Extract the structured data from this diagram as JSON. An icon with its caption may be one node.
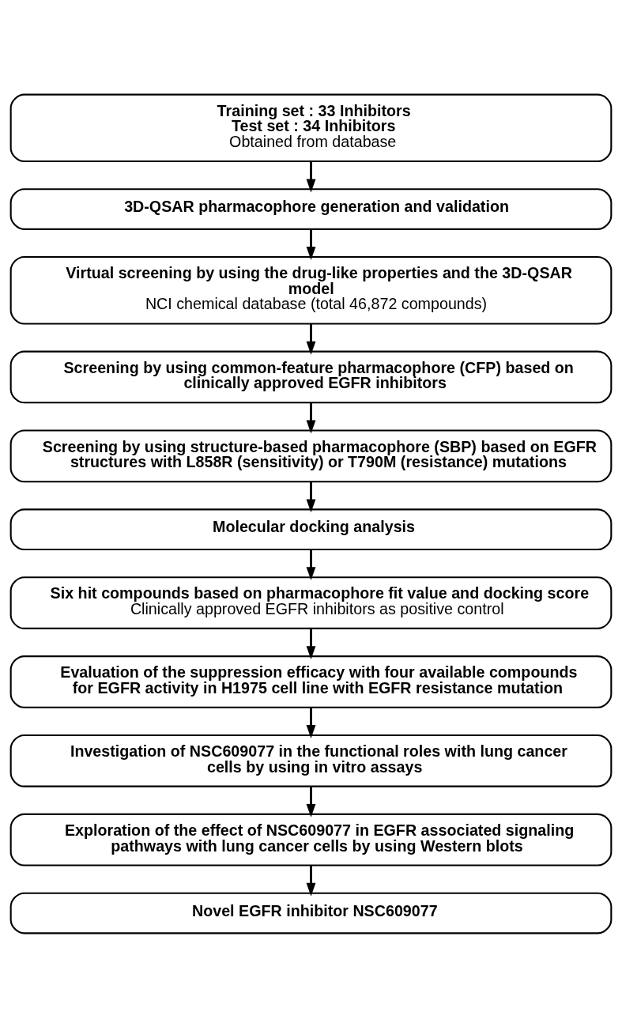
{
  "diagram": {
    "nodes": [
      {
        "text": [
          "Training set : 33 Inhibitors",
          "Test set : 34 Inhibitors",
          "Obtained from database"
        ]
      },
      {
        "text": [
          "3D-QSAR pharmacophore generation and validation"
        ]
      },
      {
        "text": [
          "Virtual screening by using the drug-like properties and the 3D-QSAR model",
          "NCI chemical database (total 46,872 compounds)"
        ]
      },
      {
        "text": [
          "Screening by using common-feature pharmacophore (CFP) based on clinically approved EGFR inhibitors"
        ]
      },
      {
        "text": [
          "Screening by using structure-based pharmacophore (SBP) based on EGFR structures with L858R (sensitivity) or T790M (resistance) mutations"
        ]
      },
      {
        "text": [
          "Molecular docking analysis"
        ]
      },
      {
        "text": [
          "Six hit compounds based on pharmacophore fit value and docking score",
          "Clinically approved EGFR inhibitors as positive control"
        ]
      },
      {
        "text": [
          "Evaluation of the suppression efficacy with four available compounds for EGFR activity in H1975 cell line with EGFR resistance mutation"
        ]
      },
      {
        "text": [
          "Investigation of NSC609077 in the functional roles with lung cancer cells by using in vitro assays"
        ]
      },
      {
        "text": [
          "Exploration of the effect of NSC609077 in EGFR associated signaling pathways with lung cancer cells by using Western blots"
        ]
      },
      {
        "text": [
          "Novel EGFR inhibitor NSC609077"
        ]
      }
    ],
    "edges": [
      {
        "from": 0,
        "to": 1,
        "arrow": "to"
      },
      {
        "from": 1,
        "to": 2,
        "arrow": "to"
      },
      {
        "from": 2,
        "to": 3,
        "arrow": "to"
      },
      {
        "from": 3,
        "to": 4,
        "arrow": "to"
      },
      {
        "from": 4,
        "to": 5,
        "arrow": "to"
      },
      {
        "from": 5,
        "to": 6,
        "arrow": "to"
      },
      {
        "from": 6,
        "to": 7,
        "arrow": "to"
      },
      {
        "from": 7,
        "to": 8,
        "arrow": "to"
      },
      {
        "from": 8,
        "to": 9,
        "arrow": "to"
      },
      {
        "from": 9,
        "to": 10,
        "arrow": "to"
      }
    ]
  }
}
